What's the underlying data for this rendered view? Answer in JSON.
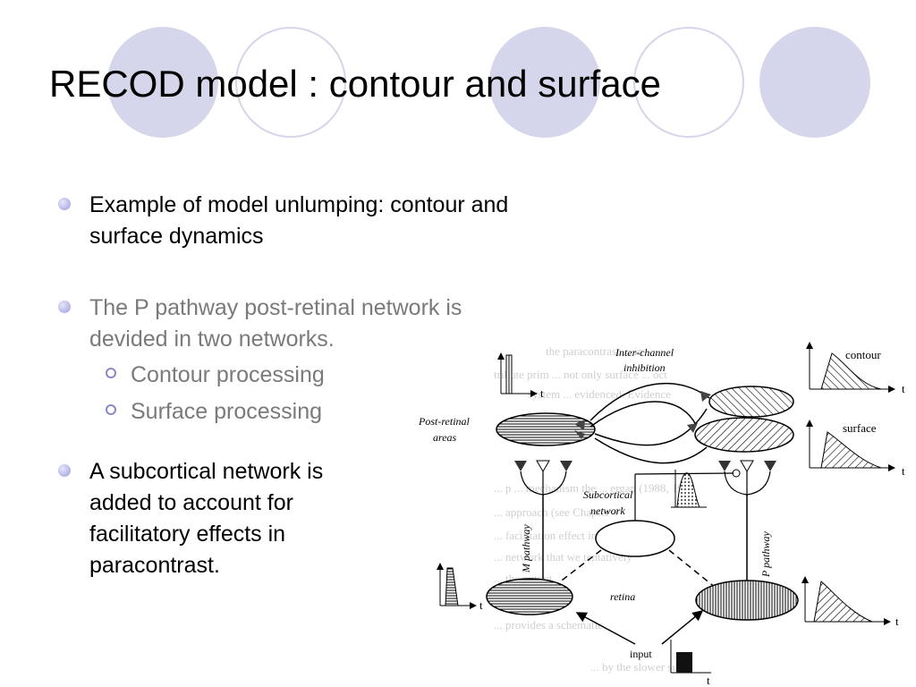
{
  "slide": {
    "title": "RECOD model : contour and surface",
    "accent_color": "#d5d5ec",
    "bullets": [
      {
        "text": "Example of model unlumping: contour and surface dynamics",
        "color": "#000000"
      },
      {
        "text": "The P pathway post-retinal network is devided in two networks.",
        "color": "#7a7a7a",
        "sub": [
          "Contour processing",
          "Surface processing"
        ]
      },
      {
        "text": "A subcortical network is added to account for facilitatory effects in paracontrast.",
        "color": "#000000"
      }
    ]
  },
  "figure": {
    "labels": {
      "inter_channel": [
        "Inter-channel",
        "inhibition"
      ],
      "post_retinal": [
        "Post-retinal",
        "areas"
      ],
      "contour": "contour",
      "surface": "surface",
      "subcortical": [
        "Subcortical",
        "network"
      ],
      "m_pathway": "M pathway",
      "p_pathway": "P pathway",
      "retina": "retina",
      "input": "input",
      "axis_t": "t"
    }
  }
}
